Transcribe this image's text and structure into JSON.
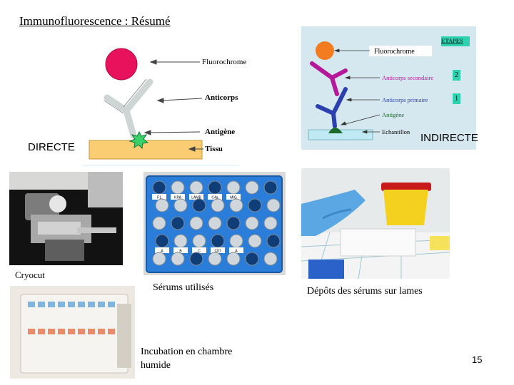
{
  "slide": {
    "title": "Immunofluorescence : Résumé",
    "page_number": "15"
  },
  "direct_diagram": {
    "labels": {
      "fluorochrome": "Fluorochrome",
      "anticorps": "Anticorps",
      "antigene": "Antigène",
      "tissu": "Tissu"
    },
    "caption": "DIRECTE"
  },
  "indirect_diagram": {
    "labels": {
      "etapes": "ETAPES",
      "fluorochrome": "Fluorochrome",
      "anticorps_secondaire": "Anticorps secondaire",
      "anticorps_primaire": "Anticorps primaire",
      "antigene": "Antigène",
      "echantillon": "Echantillon",
      "step_2": "2",
      "step_1": "1"
    },
    "caption": "INDIRECTE",
    "colors": {
      "background": "#d6e8ef",
      "fluorochrome": "#f47c20",
      "secondary_antibody": "#b5199a",
      "primary_antibody": "#2b3fae",
      "antigen": "#1d6b2a",
      "step_badge": "#2fd1b0"
    }
  },
  "photos": {
    "cryocut_caption": "Cryocut",
    "serums_caption": "Sérums utilisés",
    "depots_caption": "Dépôts des sérums sur lames",
    "incubation_caption_line1": "Incubation en chambre",
    "incubation_caption_line2": "humide",
    "serum_tube_labels": [
      "F1",
      "KPA",
      "LAMB",
      "C4a",
      "MIG",
      "A",
      "B",
      "C",
      "CIO",
      "A"
    ]
  }
}
